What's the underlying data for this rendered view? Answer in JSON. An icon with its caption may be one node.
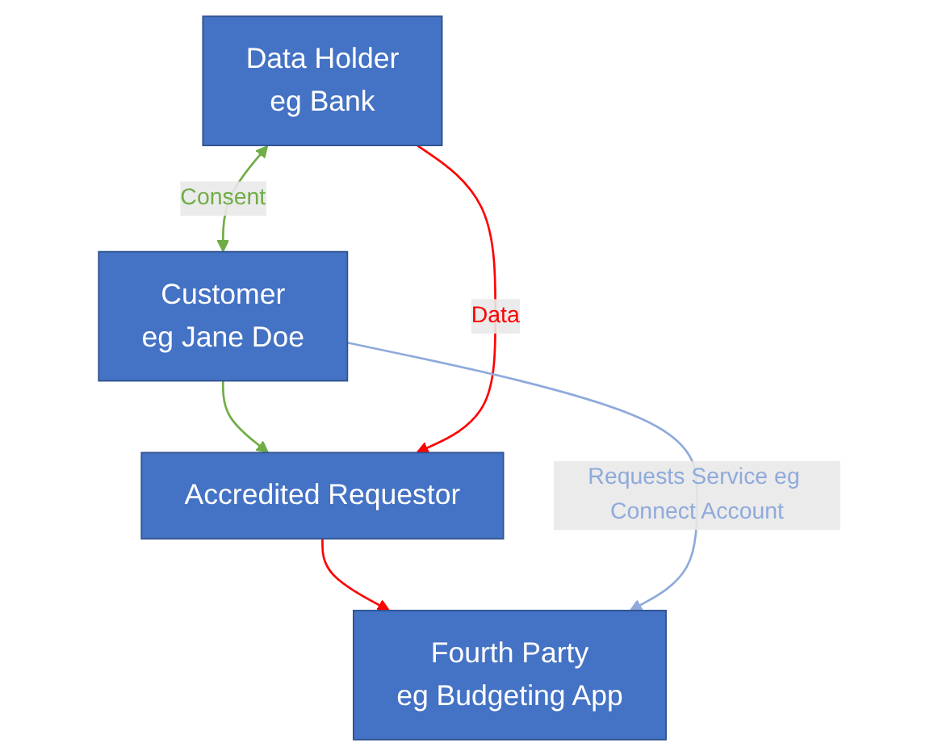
{
  "diagram": {
    "nodes": [
      {
        "text": [
          "Data Holder",
          "eg Bank"
        ]
      },
      {
        "text": [
          "Customer",
          "eg Jane Doe"
        ]
      },
      {
        "text": [
          "Accredited Requestor"
        ]
      },
      {
        "text": [
          "Fourth Party",
          "eg Budgeting App"
        ]
      }
    ],
    "edges": [
      {
        "from": 0,
        "to": 1,
        "arrow": "both",
        "label": "Consent",
        "color": "#70ad47"
      },
      {
        "from": 1,
        "to": 2,
        "arrow": "to",
        "color": "#70ad47"
      },
      {
        "from": 0,
        "to": 2,
        "arrow": "to",
        "label": "Data",
        "color": "#ff0000"
      },
      {
        "from": 2,
        "to": 3,
        "arrow": "to",
        "color": "#ff0000"
      },
      {
        "from": 1,
        "to": 3,
        "arrow": "to",
        "label": "Requests Service eg Connect Account",
        "color": "#8faadc"
      }
    ]
  }
}
